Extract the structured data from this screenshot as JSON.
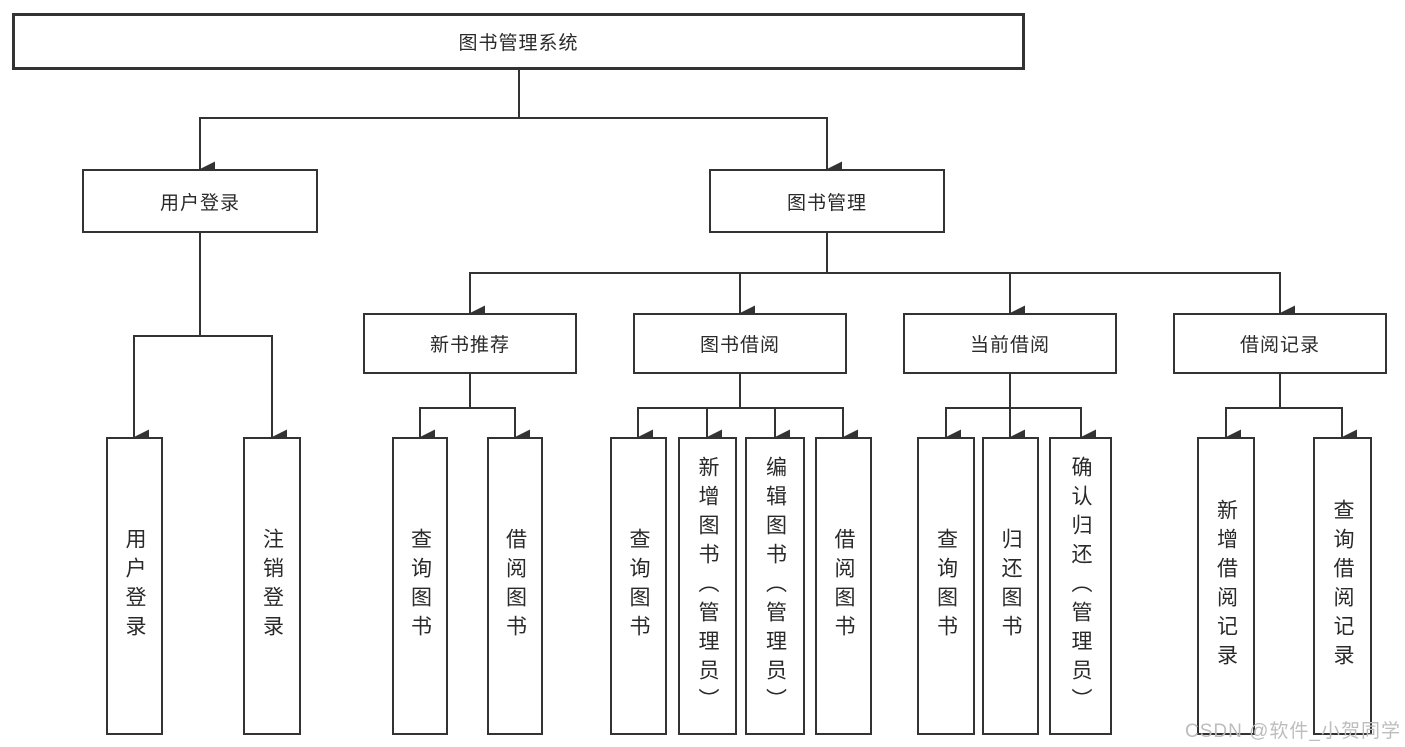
{
  "diagram_title": "图书管理系统",
  "tree": {
    "label": "图书管理系统",
    "children": [
      {
        "label": "用户登录",
        "children": [
          {
            "label": "用户登录"
          },
          {
            "label": "注销登录"
          }
        ]
      },
      {
        "label": "图书管理",
        "children": [
          {
            "label": "新书推荐",
            "children": [
              {
                "label": "查询图书"
              },
              {
                "label": "借阅图书"
              }
            ]
          },
          {
            "label": "图书借阅",
            "children": [
              {
                "label": "查询图书"
              },
              {
                "label": "新增图书（管理员）"
              },
              {
                "label": "编辑图书（管理员）"
              },
              {
                "label": "借阅图书"
              }
            ]
          },
          {
            "label": "当前借阅",
            "children": [
              {
                "label": "查询图书"
              },
              {
                "label": "归还图书"
              },
              {
                "label": "确认归还（管理员）"
              }
            ]
          },
          {
            "label": "借阅记录",
            "children": [
              {
                "label": "新增借阅记录"
              },
              {
                "label": "查询借阅记录"
              }
            ]
          }
        ]
      }
    ]
  },
  "watermark": {
    "text": "CSDN @软件_小贺同学"
  },
  "colors": {
    "line": "#333333",
    "box_border": "#333333",
    "text": "#2a2a2a",
    "watermark": "#bdbdbd",
    "background": "#ffffff"
  }
}
